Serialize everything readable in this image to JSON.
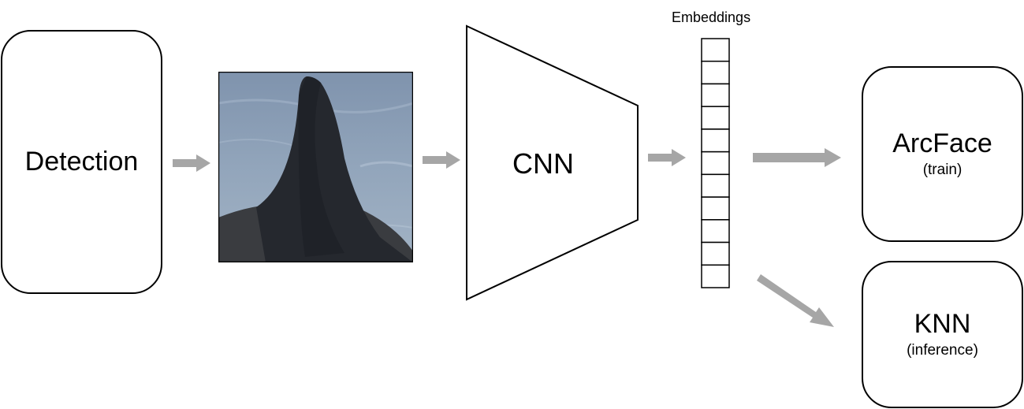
{
  "diagram": {
    "detection": {
      "label": "Detection"
    },
    "image": {
      "alt": "dorsal-fin"
    },
    "cnn": {
      "label": "CNN"
    },
    "embeddings": {
      "label": "Embeddings",
      "cells": 11
    },
    "arcface": {
      "label": "ArcFace",
      "sub": "(train)"
    },
    "knn": {
      "label": "KNN",
      "sub": "(inference)"
    },
    "colors": {
      "arrow": "#a6a6a6",
      "stroke": "#000000",
      "water": "#8da0b6",
      "fin": "#23262c"
    }
  }
}
